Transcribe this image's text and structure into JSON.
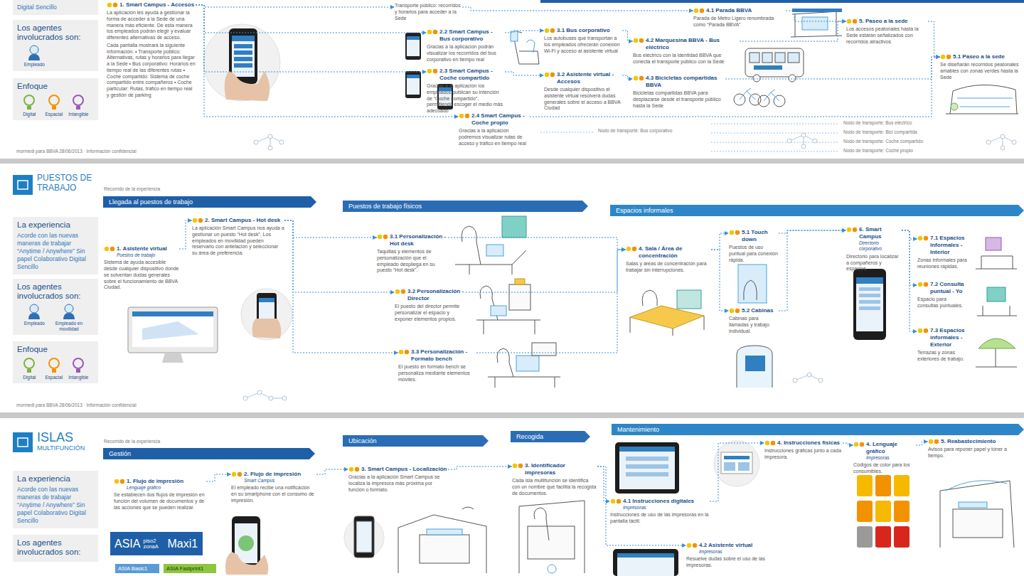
{
  "diagram": {
    "nodes": [
      {
        "text": [
          "Digital Sencillo"
        ]
      },
      {
        "text": [
          "Los agentes involucrados son:",
          "Empleado"
        ]
      },
      {
        "text": [
          "Enfoque",
          "Digital",
          "Espacial",
          "Intangible"
        ]
      },
      {
        "text": [
          "1. Smart Campus - Accesos",
          "La aplicación les ayuda a gestionar la forma de acceder a la Sede de una manera más eficiente. De esta manera los empleados podrán elegir y evaluar diferentes alternativas de acceso.",
          "Cada pantalla mostrará la siguiente información: • Transporte público: Alternativas, rutas y horarios para llegar a la Sede • Bus corporativo: Horarios en tiempo real de las diferentes rutas • Coche compartido: Sistema de coche compartido entre compañeros • Coche particular: Rutas, tráfico en tiempo real y gestión de parking"
        ]
      },
      {
        "text": [
          "Transporte público: recorridos y horarios para acceder a la Sede"
        ]
      },
      {
        "text": [
          "2.2 Smart Campus - Bus corporativo",
          "Gracias a la aplicación podrán visualizar los recorridos del bus corporativo en tiempo real"
        ]
      },
      {
        "text": [
          "2.3 Smart Campus - Coche compartido",
          "Gracias a la aplicación los empleados publican su intención de “Coche compartido”, permitiendo escoger el medio más adecuado"
        ]
      },
      {
        "text": [
          "2.4 Smart Campus - Coche propio",
          "Gracias a la aplicación podremos visualizar rutas de acceso y tráfico en tiempo real"
        ]
      },
      {
        "text": [
          "3.1 Bus corporativo",
          "Los autobuses que transportan a los empleados ofrecerán conexión Wi-Fi y acceso al asistente virtual"
        ]
      },
      {
        "text": [
          "3.2 Asistente virtual - Accesos",
          "Desde cualquier dispositivo el asistente virtual resolverá dudas generales sobre el acceso a BBVA Ciudad"
        ]
      },
      {
        "text": [
          "4.1 Parada BBVA",
          "Parada de Metro Ligero renombrada como “Parada BBVA”"
        ]
      },
      {
        "text": [
          "4.2 Marquesina BBVA - Bus eléctrico",
          "Bus eléctrico con la identidad BBVA que conecta el transporte público con la Sede"
        ]
      },
      {
        "text": [
          "4.3 Bicicletas compartidas BBVA",
          "Bicicletas compartidas BBVA para desplazarse desde el transporte público hasta la Sede"
        ]
      },
      {
        "text": [
          "5. Paseo a la sede",
          "Los accesos peatonales hasta la Sede estarán señalizados con recorridos atractivos"
        ]
      },
      {
        "text": [
          "5.1 Paseo a la sede",
          "Se diseñarán recorridos peatonales amables con zonas verdes hasta la Sede"
        ]
      },
      {
        "text": [
          "PUESTOS DE TRABAJO"
        ]
      },
      {
        "text": [
          "La experiencia",
          "Acorde con las nuevas maneras de trabajar “Anytime / Anywhere” Sin papel Colaborativo Digital Sencillo"
        ]
      },
      {
        "text": [
          "Los agentes involucrados son:",
          "Empleado",
          "Empleado en movilidad"
        ]
      },
      {
        "text": [
          "Enfoque",
          "Digital",
          "Espacial",
          "Intangible"
        ]
      },
      {
        "text": [
          "Llegada al puestos de trabajo"
        ]
      },
      {
        "text": [
          "Puestos de trabajo físicos"
        ]
      },
      {
        "text": [
          "Espacios informales"
        ]
      },
      {
        "text": [
          "1. Asistente virtual",
          "Puestos de trabajo",
          "Sistema de ayuda accesible desde cualquier dispositivo donde se solventan dudas generales sobre el funcionamiento de BBVA Ciudad."
        ]
      },
      {
        "text": [
          "2. Smart Campus - Hot desk",
          "La aplicación Smart Campus nos ayuda a gestionar un puesto “Hot desk”. Los empleados en movilidad pueden reservarlo con antelación y seleccionar su área de preferencia."
        ]
      },
      {
        "text": [
          "3.1 Personalización - Hot desk",
          "Taquillas y elementos de personalización que el empleado despliega en su puesto “Hot desk”."
        ]
      },
      {
        "text": [
          "3.2 Personalización - Director",
          "El puesto del director permite personalizar el espacio y exponer elementos propios."
        ]
      },
      {
        "text": [
          "3.3 Personalización - Formato bench",
          "El puesto en formato bench se personaliza mediante elementos móviles."
        ]
      },
      {
        "text": [
          "4. Sala / Área de concentración",
          "Salas y áreas de concentración para trabajar sin interrupciones."
        ]
      },
      {
        "text": [
          "5.1 Touch down",
          "Puestos de uso puntual para conexión rápida."
        ]
      },
      {
        "text": [
          "5.2 Cabinas",
          "Cabinas para llamadas y trabajo individual."
        ]
      },
      {
        "text": [
          "6. Smart Campus",
          "Directorio corporativo",
          "Directorio para localizar a compañeros y espacios."
        ]
      },
      {
        "text": [
          "7.1 Espacios informales - Interior",
          "Zonas informales para reuniones rápidas."
        ]
      },
      {
        "text": [
          "7.2 Consulta puntual - Yo",
          "Espacio para consultas puntuales."
        ]
      },
      {
        "text": [
          "7.3 Espacios informales - Exterior",
          "Terrazas y zonas exteriores de trabajo."
        ]
      },
      {
        "text": [
          "ISLAS",
          "MULTIFUNCIÓN"
        ]
      },
      {
        "text": [
          "La experiencia",
          "Acorde con las nuevas maneras de trabajar “Anytime / Anywhere” Sin papel Colaborativo Digital Sencillo"
        ]
      },
      {
        "text": [
          "Los agentes involucrados son:"
        ]
      },
      {
        "text": [
          "Gestión"
        ]
      },
      {
        "text": [
          "Ubicación"
        ]
      },
      {
        "text": [
          "Recogida"
        ]
      },
      {
        "text": [
          "Mantenimiento"
        ]
      },
      {
        "text": [
          "1. Flujo de impresión",
          "Lenguaje gráfico",
          "Se establecen dos flujos de impresión en función del volumen de documentos y de las acciones que se pueden realizar."
        ]
      },
      {
        "text": [
          "2. Flujo de impresión",
          "Smart Campus",
          "El empleado recibe una notificación en su smartphone con el consumo de impresión."
        ]
      },
      {
        "text": [
          "ASIA",
          "piso2 zonaA",
          "Maxi1"
        ]
      },
      {
        "text": [
          "ASIA Basic1"
        ]
      },
      {
        "text": [
          "ASIA Fastprint1"
        ]
      },
      {
        "text": [
          "3. Smart Campus - Localización",
          "Gracias a la aplicación Smart Campus se localiza la impresora más próxima por función o formato."
        ]
      },
      {
        "text": [
          "3. Identificador impresoras",
          "Cada isla multifunción se identifica con un nombre que facilita la recogida de documentos."
        ]
      },
      {
        "text": [
          "4.1 Instrucciones digitales",
          "Impresoras",
          "Instrucciones de uso de las impresoras en la pantalla táctil."
        ]
      },
      {
        "text": [
          "4.2 Asistente virtual",
          "Impresoras",
          "Resuelve dudas sobre el uso de las impresoras."
        ]
      },
      {
        "text": [
          "4. Instrucciones físicas",
          "Instrucciones gráficas junto a cada impresora."
        ]
      },
      {
        "text": [
          "4. Lenguaje gráfico",
          "Impresoras",
          "Códigos de color para los consumibles."
        ]
      },
      {
        "text": [
          "5. Reabastecimiento",
          "Avisos para reponer papel y tóner a tiempo."
        ]
      }
    ],
    "edges": [
      {
        "from": 3,
        "to": 4,
        "arrow": "to"
      },
      {
        "from": 3,
        "to": 5,
        "arrow": "to"
      },
      {
        "from": 3,
        "to": 6,
        "arrow": "to"
      },
      {
        "from": 3,
        "to": 7,
        "arrow": "to"
      },
      {
        "from": 4,
        "to": 10,
        "arrow": "to"
      },
      {
        "from": 5,
        "to": 8,
        "arrow": "to"
      },
      {
        "from": 6,
        "to": 9,
        "arrow": "to"
      },
      {
        "from": 8,
        "to": 11,
        "arrow": "to"
      },
      {
        "from": 9,
        "to": 12,
        "arrow": "to"
      },
      {
        "from": 7,
        "to": 14,
        "arrow": "to"
      },
      {
        "from": 10,
        "to": 13,
        "arrow": "to"
      },
      {
        "from": 11,
        "to": 13,
        "arrow": "to"
      },
      {
        "from": 12,
        "to": 14,
        "arrow": "to"
      },
      {
        "from": 13,
        "to": 14,
        "arrow": "to"
      },
      {
        "from": 22,
        "to": 23,
        "arrow": "to"
      },
      {
        "from": 23,
        "to": 24,
        "arrow": "to"
      },
      {
        "from": 23,
        "to": 25,
        "arrow": "to"
      },
      {
        "from": 23,
        "to": 26,
        "arrow": "to"
      },
      {
        "from": 24,
        "to": 27,
        "arrow": "to"
      },
      {
        "from": 25,
        "to": 27,
        "arrow": "to"
      },
      {
        "from": 26,
        "to": 27,
        "arrow": "to"
      },
      {
        "from": 27,
        "to": 28,
        "arrow": "to"
      },
      {
        "from": 27,
        "to": 29,
        "arrow": "to"
      },
      {
        "from": 28,
        "to": 30,
        "arrow": "to"
      },
      {
        "from": 29,
        "to": 30,
        "arrow": "to"
      },
      {
        "from": 30,
        "to": 31,
        "arrow": "to"
      },
      {
        "from": 30,
        "to": 32,
        "arrow": "to"
      },
      {
        "from": 30,
        "to": 33,
        "arrow": "to"
      },
      {
        "from": 41,
        "to": 42,
        "arrow": "to"
      },
      {
        "from": 42,
        "to": 46,
        "arrow": "to"
      },
      {
        "from": 46,
        "to": 47,
        "arrow": "to"
      },
      {
        "from": 47,
        "to": 48,
        "arrow": "to"
      },
      {
        "from": 47,
        "to": 49,
        "arrow": "to"
      },
      {
        "from": 48,
        "to": 50,
        "arrow": "to"
      },
      {
        "from": 50,
        "to": 51,
        "arrow": "to"
      },
      {
        "from": 51,
        "to": 52,
        "arrow": "to"
      }
    ],
    "labels": [
      "Nodo de transporte: Bus eléctrico",
      "Nodo de transporte: Bici compartida",
      "Nodo de transporte: Coche compartido",
      "Nodo de transporte: Coche propio",
      "Nodo de transporte: Bus corporativo",
      "mormedi para BBVA 28/06/2013 · Información confidencial",
      "Recorrido de la experiencia",
      "mormedi para BBVA 28/06/2013 · Información confidencial",
      "Recorrido de la experiencia"
    ]
  }
}
